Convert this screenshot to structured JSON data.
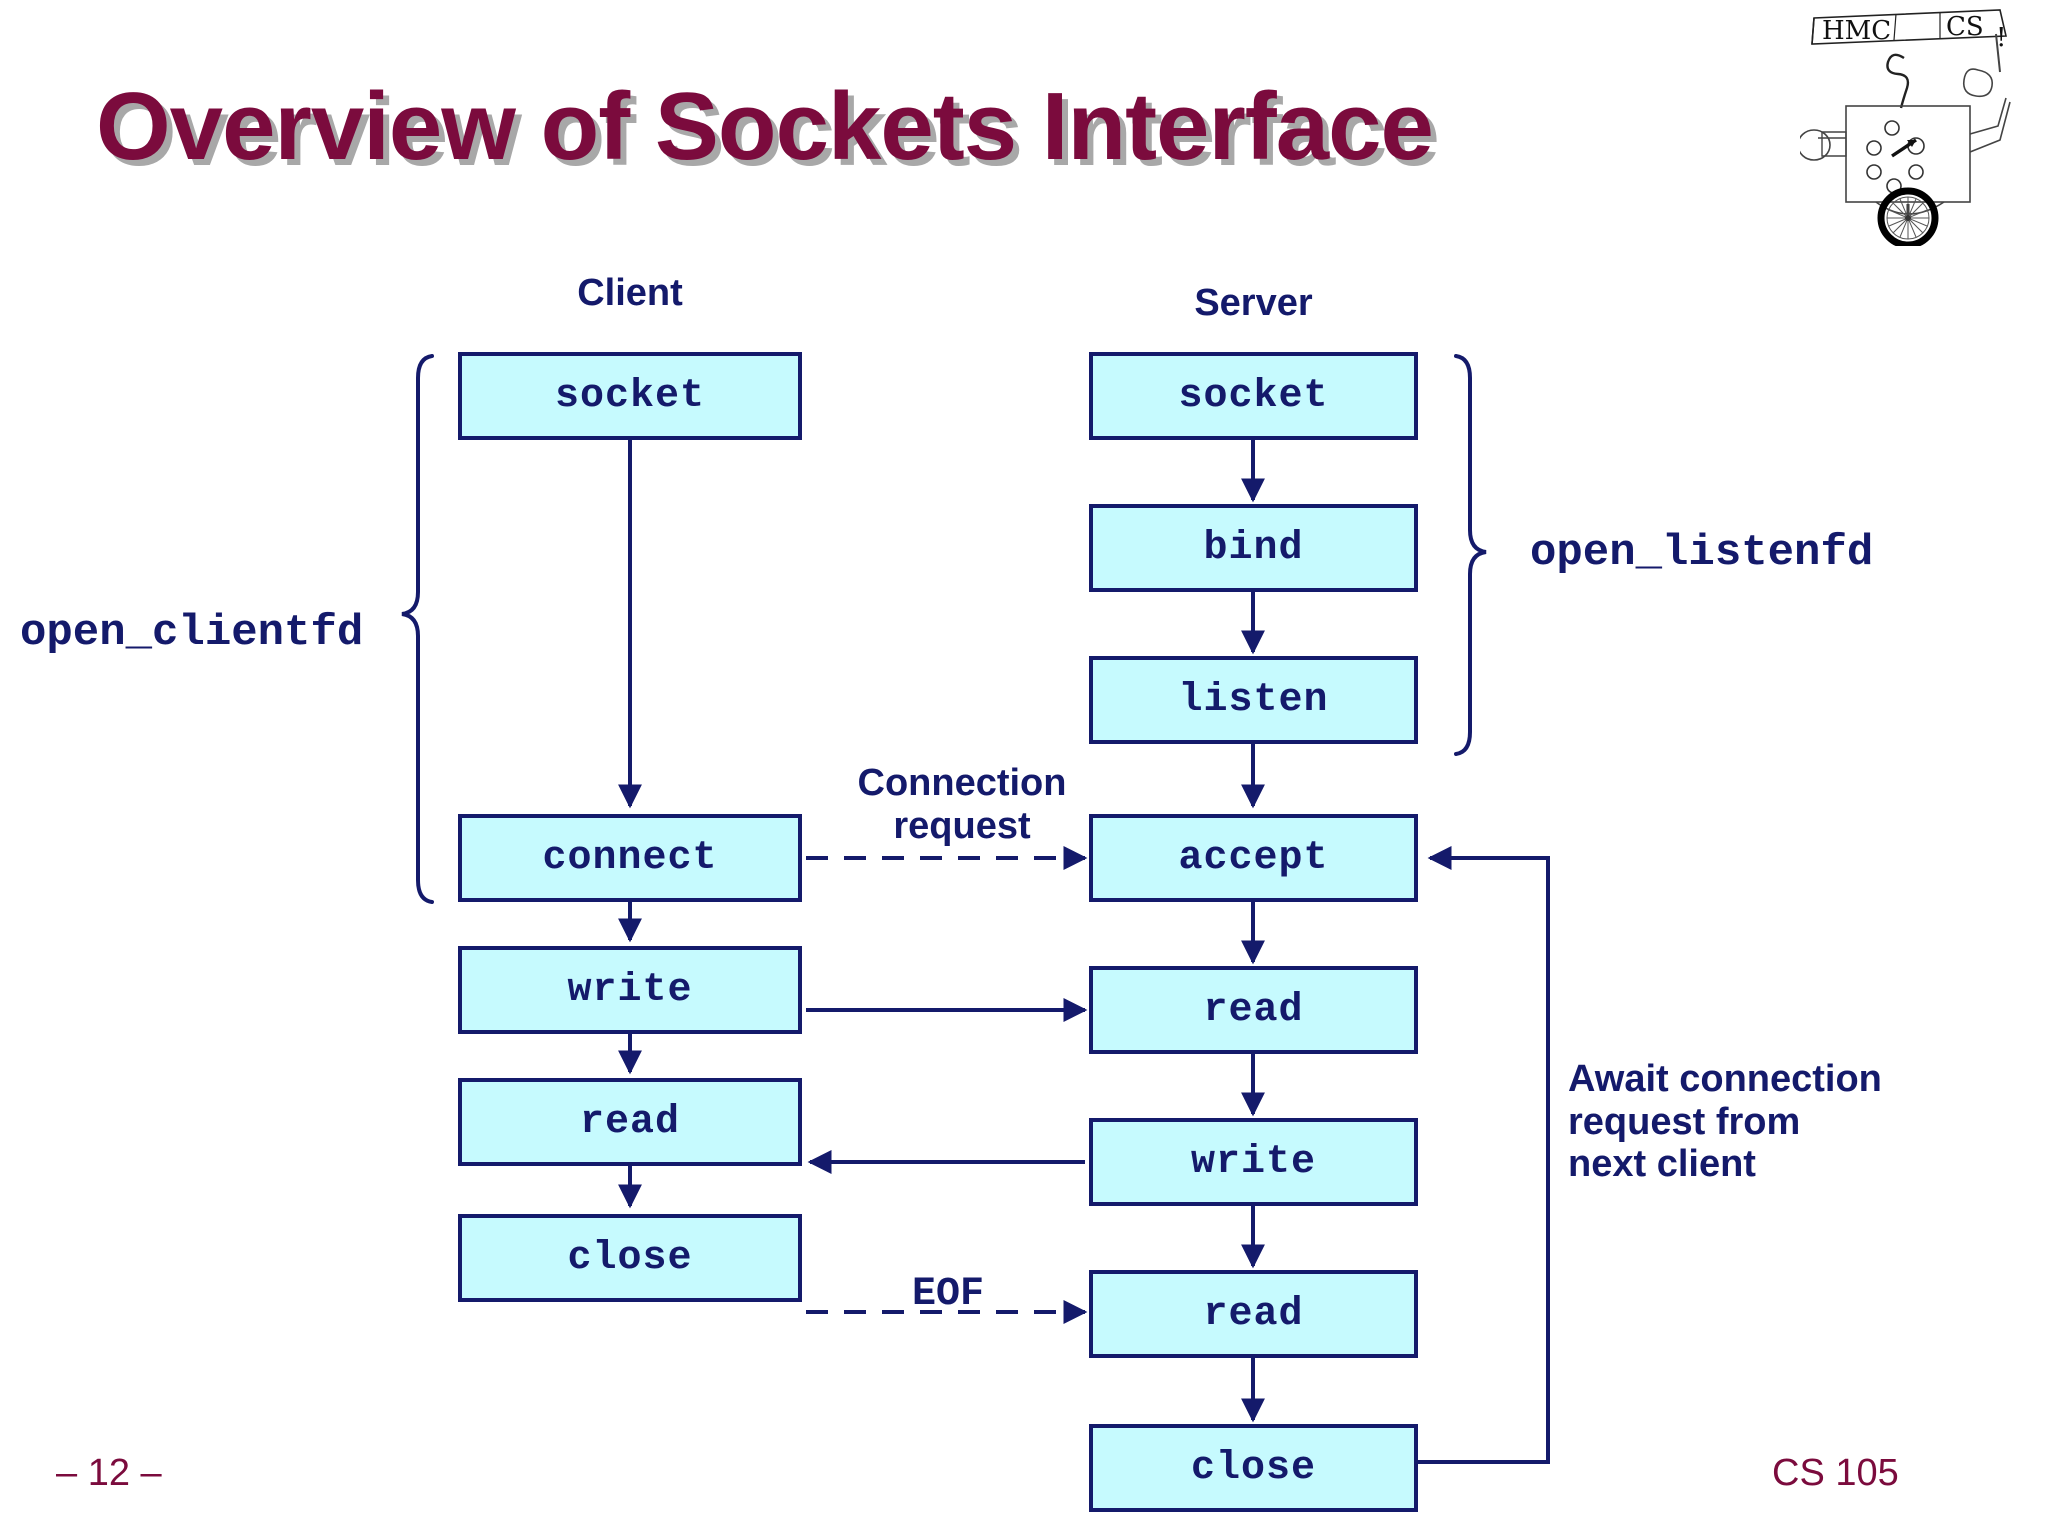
{
  "slide": {
    "title": "Overview of Sockets Interface",
    "page_number": "– 12 –",
    "course": "CS 105"
  },
  "logo": {
    "banner_left": "HMC",
    "banner_right": "CS",
    "banner_bang": "!",
    "alt": "hmc-cs-robot-unicycle-logo"
  },
  "columns": {
    "client_header": "Client",
    "server_header": "Server"
  },
  "client_nodes": [
    {
      "label": "socket"
    },
    {
      "label": "connect"
    },
    {
      "label": "write"
    },
    {
      "label": "read"
    },
    {
      "label": "close"
    }
  ],
  "server_nodes": [
    {
      "label": "socket"
    },
    {
      "label": "bind"
    },
    {
      "label": "listen"
    },
    {
      "label": "accept"
    },
    {
      "label": "read"
    },
    {
      "label": "write"
    },
    {
      "label": "read"
    },
    {
      "label": "close"
    }
  ],
  "annotations": {
    "open_clientfd": "open_clientfd",
    "open_listenfd": "open_listenfd",
    "connection_request_line1": "Connection",
    "connection_request_line2": "request",
    "eof": "EOF",
    "await_line1": "Await connection",
    "await_line2": "request from",
    "await_line3": "next client"
  },
  "colors": {
    "title_maroon": "#7B0B3D",
    "title_shadow": "#A8A8A8",
    "node_fill": "#C6FAFE",
    "node_stroke": "#141A6B",
    "text_navy": "#141A6B",
    "background": "#FFFFFF"
  }
}
